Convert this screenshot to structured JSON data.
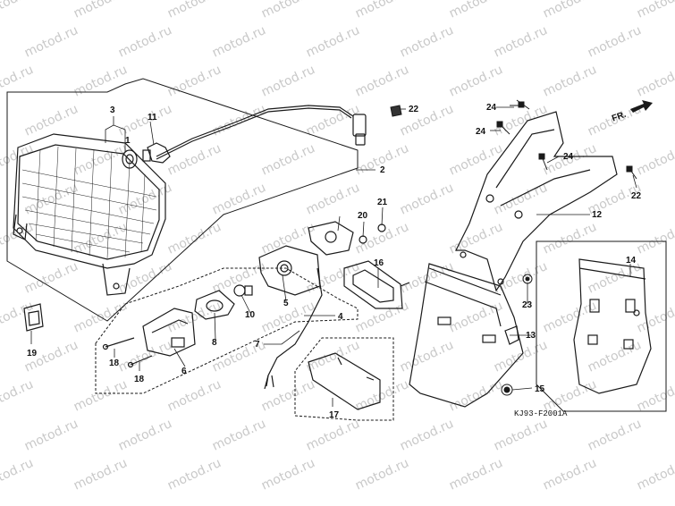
{
  "diagram": {
    "code": "KJ93-F2001A",
    "direction_label": "FR.",
    "watermark_text": "motod.ru",
    "callouts": [
      "1",
      "2",
      "3",
      "4",
      "5",
      "6",
      "7",
      "8",
      "10",
      "11",
      "12",
      "13",
      "14",
      "15",
      "16",
      "17",
      "18",
      "18",
      "19",
      "20",
      "21",
      "22",
      "22",
      "23",
      "24",
      "24",
      "24"
    ]
  },
  "colors": {
    "line": "#1a1a1a",
    "watermark": "#c9c9c9",
    "background": "#ffffff"
  }
}
